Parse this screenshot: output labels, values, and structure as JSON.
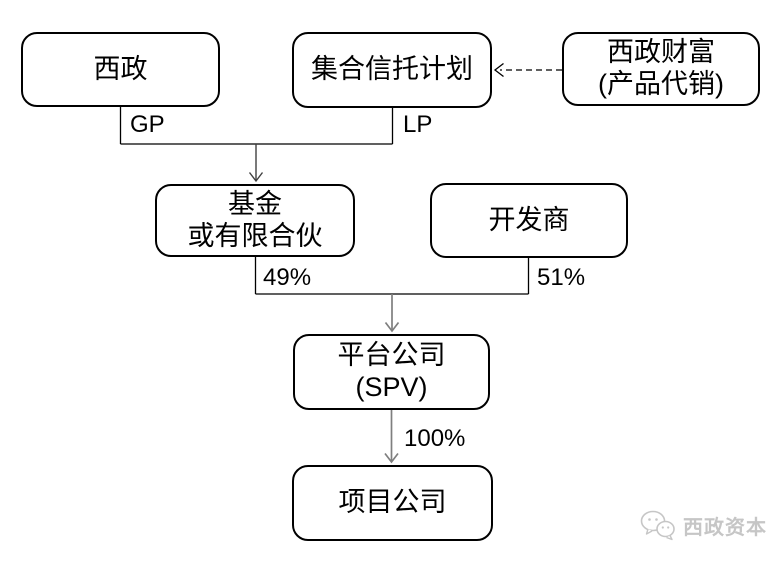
{
  "diagram": {
    "nodes": {
      "xizheng": {
        "label": "西政"
      },
      "trust_plan": {
        "label": "集合信托计划"
      },
      "wealth": {
        "line1": "西政财富",
        "line2": "(产品代销)"
      },
      "fund": {
        "line1": "基金",
        "line2": "或有限合伙"
      },
      "developer": {
        "label": "开发商"
      },
      "spv": {
        "line1": "平台公司",
        "line2": "(SPV)"
      },
      "project": {
        "label": "项目公司"
      }
    },
    "edge_labels": {
      "gp": "GP",
      "lp": "LP",
      "fund_ownership": "49%",
      "developer_ownership": "51%",
      "spv_ownership": "100%"
    },
    "watermark": {
      "text": "西政资本",
      "icon": "wechat-bubbles-icon"
    },
    "colors": {
      "background": "#ffffff",
      "box_border": "#000000",
      "connector_line": "#000000",
      "arrow_dark": "#404040",
      "arrow_gray": "#7f7f7f",
      "watermark": "#c6c6c6"
    }
  }
}
